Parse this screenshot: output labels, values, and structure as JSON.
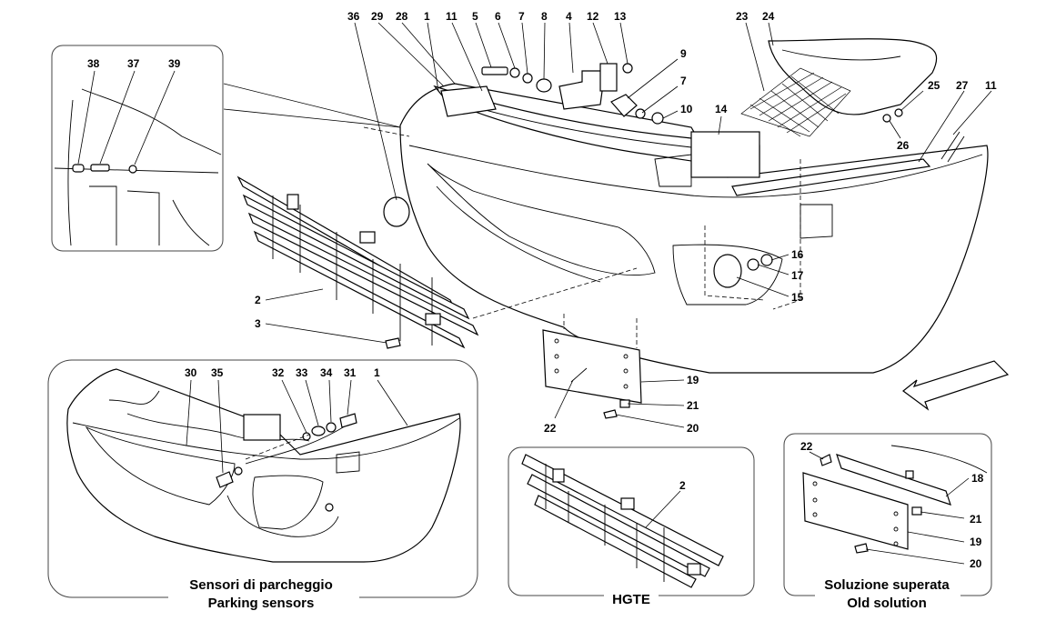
{
  "callouts": {
    "c1": "1",
    "c2": "2",
    "c3": "3",
    "c4": "4",
    "c5": "5",
    "c6": "6",
    "c7": "7",
    "c8": "8",
    "c9": "9",
    "c10": "10",
    "c11": "11",
    "c12": "12",
    "c13": "13",
    "c14": "14",
    "c15": "15",
    "c16": "16",
    "c17": "17",
    "c18": "18",
    "c19": "19",
    "c20": "20",
    "c21": "21",
    "c22": "22",
    "c23": "23",
    "c24": "24",
    "c25": "25",
    "c26": "26",
    "c27": "27",
    "c28": "28",
    "c29": "29",
    "c30": "30",
    "c31": "31",
    "c32": "32",
    "c33": "33",
    "c34": "34",
    "c35": "35",
    "c36": "36",
    "c37": "37",
    "c38": "38",
    "c39": "39"
  },
  "insets": {
    "parking": {
      "line1": "Sensori di parcheggio",
      "line2": "Parking sensors"
    },
    "hgte": {
      "line1": "HGTE"
    },
    "old": {
      "line1": "Soluzione superata",
      "line2": "Old solution"
    }
  }
}
